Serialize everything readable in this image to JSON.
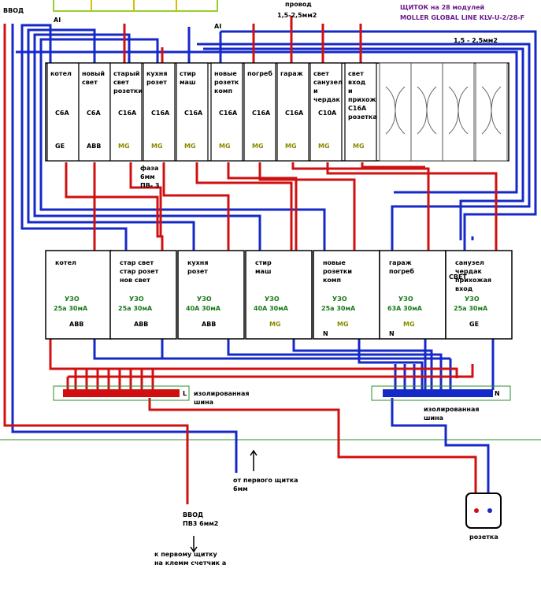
{
  "header": {
    "provod_label": "провод",
    "provod_size": "1,5-2,5мм2",
    "panel_title": "ЩИТОК на 28 модулей",
    "panel_model": "MOLLER GLOBAL LINE KLV-U-2/28-F",
    "bus_size": "1,5 - 2,5мм2",
    "al_left": "AI",
    "al_right": "AI",
    "vvod_vertical": "ВВОД"
  },
  "breakers": [
    {
      "name": "котел",
      "rating": "C6A",
      "brand": "GE"
    },
    {
      "name": "новый\nсвет",
      "rating": "C6A",
      "brand": "ABB"
    },
    {
      "name": "старый\nсвет\nрозетки",
      "rating": "C16A",
      "brand": "MG"
    },
    {
      "name": "кухня\nрозет",
      "rating": "C16A",
      "brand": "MG"
    },
    {
      "name": "стир\nмаш",
      "rating": "C16A",
      "brand": "MG"
    },
    {
      "name": "новые\nрозетк\nкомп",
      "rating": "C16A",
      "brand": "MG"
    },
    {
      "name": "погреб",
      "rating": "C16A",
      "brand": "MG"
    },
    {
      "name": "гараж",
      "rating": "C16A",
      "brand": "MG"
    },
    {
      "name": "свет\nсанузел\nи\nчердак",
      "rating": "C10A",
      "brand": "MG"
    },
    {
      "name": "свет\nвход\nи\nприхож\nС16А\nрозетка",
      "rating": "",
      "brand": "MG"
    }
  ],
  "rcds": [
    {
      "name": "котел",
      "type": "УЗО",
      "rating": "25а 30мА",
      "brand": "ABB"
    },
    {
      "name": "стар свет\nстар розет\nнов свет",
      "type": "УЗО",
      "rating": "25а 30мА",
      "brand": "ABB"
    },
    {
      "name": "кухня\nрозет",
      "type": "УЗО",
      "rating": "40А 30мА",
      "brand": "ABB"
    },
    {
      "name": "стир\nмаш",
      "type": "УЗО",
      "rating": "40А 30мА",
      "brand": "MG"
    },
    {
      "name": "новые\nрозетки\nкомп",
      "type": "УЗО",
      "rating": "25а 30мА",
      "brand": "MG"
    },
    {
      "name": "гараж\nпогреб",
      "type": "УЗО",
      "rating": "63А 30мА",
      "brand": "MG"
    },
    {
      "name": "санузел\nчердак\nприхожая\nвход",
      "type": "УЗО",
      "rating": "25а 30мА",
      "brand": "GE"
    }
  ],
  "labels": {
    "faza": "фаза\n6мм\nПВ- 3",
    "svet": "СВЕТ",
    "n_left": "N",
    "n_right": "N",
    "bus_l": "L",
    "bus_n": "N",
    "insulated_bus_1": "изолированная\nшина",
    "insulated_bus_2": "изолированная\nшина",
    "from_first_panel": "от первого щитка\n6мм",
    "vvod_bottom": "ВВОД\nПВ3  6мм2",
    "to_first_panel": "к первому щитку\nна клемм  счетчик а",
    "socket": "розетка"
  }
}
